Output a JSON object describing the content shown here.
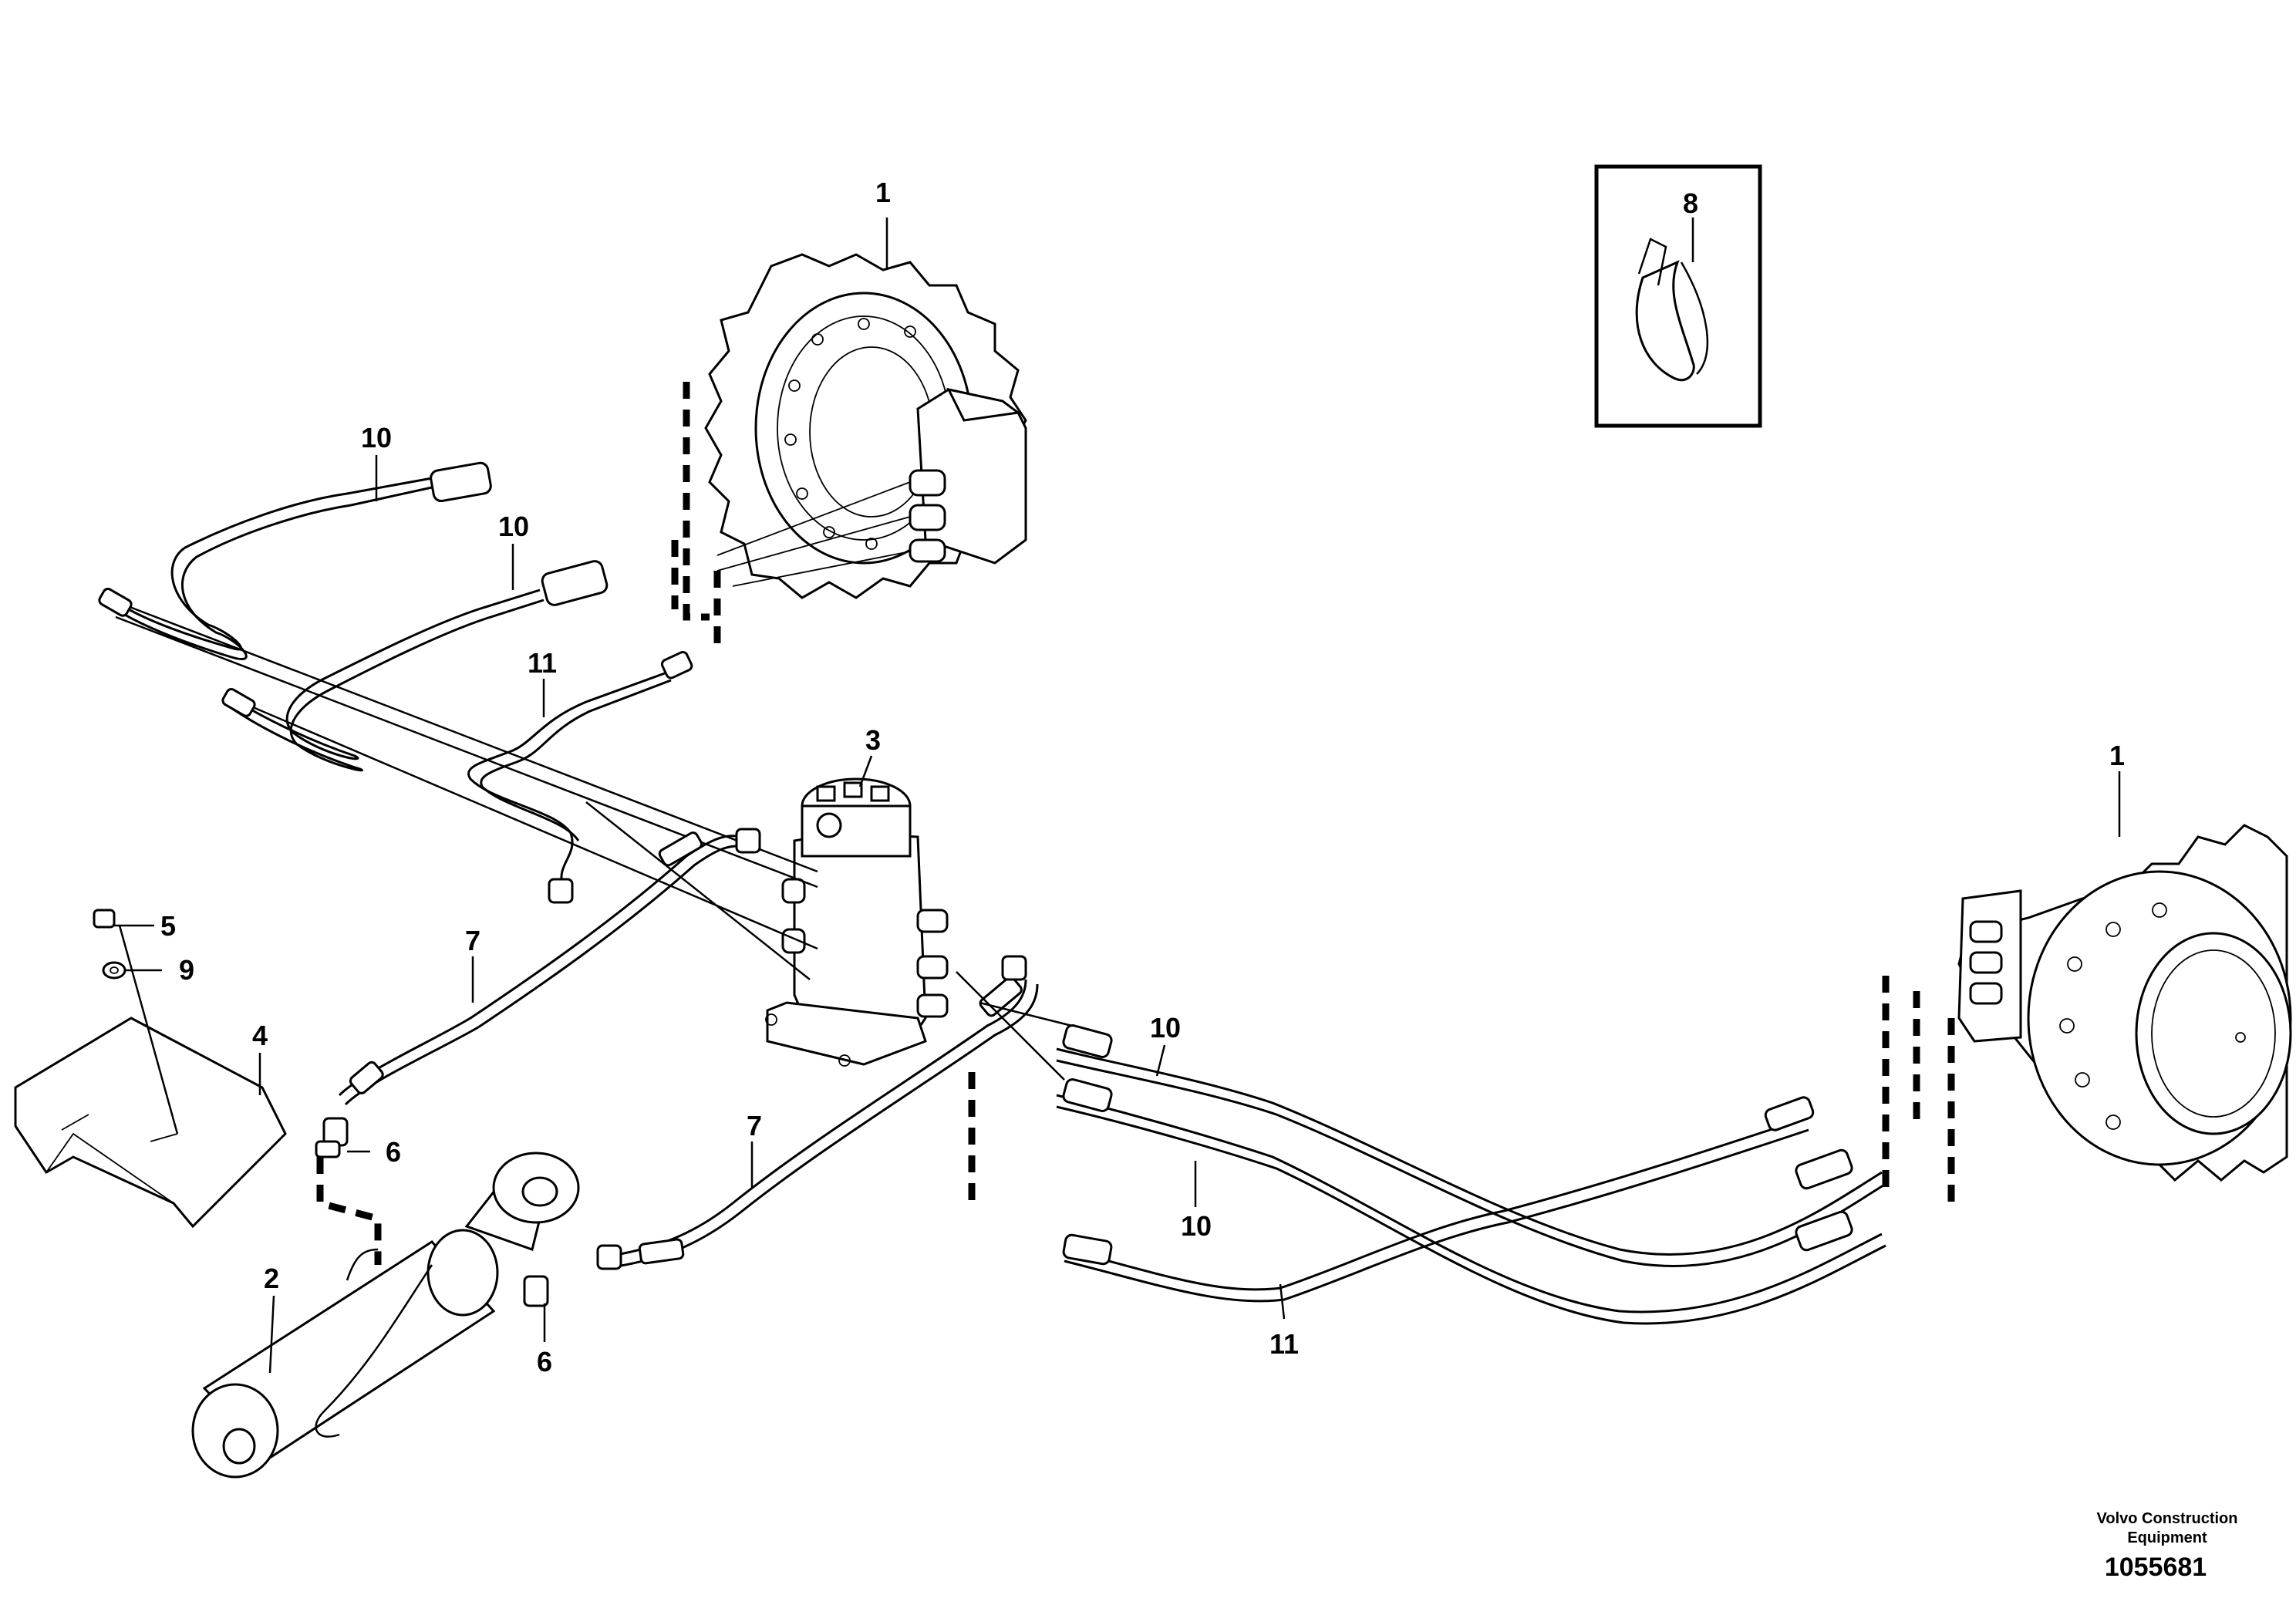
{
  "diagram": {
    "callouts": [
      {
        "id": "c1a",
        "label": "1"
      },
      {
        "id": "c1b",
        "label": "1"
      },
      {
        "id": "c2",
        "label": "2"
      },
      {
        "id": "c3",
        "label": "3"
      },
      {
        "id": "c4",
        "label": "4"
      },
      {
        "id": "c5",
        "label": "5"
      },
      {
        "id": "c6a",
        "label": "6"
      },
      {
        "id": "c6b",
        "label": "6"
      },
      {
        "id": "c7a",
        "label": "7"
      },
      {
        "id": "c7b",
        "label": "7"
      },
      {
        "id": "c8",
        "label": "8"
      },
      {
        "id": "c9",
        "label": "9"
      },
      {
        "id": "c10a",
        "label": "10"
      },
      {
        "id": "c10b",
        "label": "10"
      },
      {
        "id": "c10c",
        "label": "10"
      },
      {
        "id": "c10d",
        "label": "10"
      },
      {
        "id": "c11a",
        "label": "11"
      },
      {
        "id": "c11b",
        "label": "11"
      }
    ]
  },
  "footer": {
    "company_line1": "Volvo Construction",
    "company_line2": "Equipment",
    "drawing_number": "1055681"
  }
}
